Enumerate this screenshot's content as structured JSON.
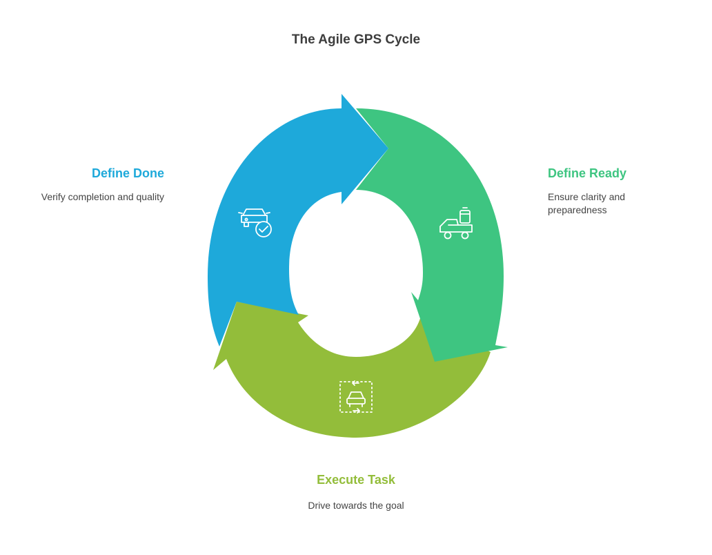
{
  "title": "The Agile GPS Cycle",
  "stages": {
    "done": {
      "heading": "Define Done",
      "description": "Verify completion and quality",
      "color": "#1EA9DA",
      "icon": "car-check-icon"
    },
    "ready": {
      "heading": "Define Ready",
      "description": "Ensure clarity and preparedness",
      "color": "#3EC581",
      "icon": "car-battery-icon"
    },
    "execute": {
      "heading": "Execute Task",
      "description": "Drive towards the goal",
      "color": "#93BD3A",
      "icon": "car-navigation-icon"
    }
  }
}
